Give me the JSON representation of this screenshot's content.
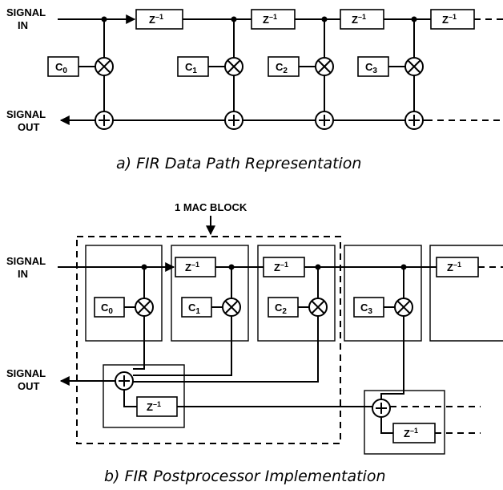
{
  "labels": {
    "signal_in_1": "SIGNAL",
    "signal_in_2": "IN",
    "signal_out_1": "SIGNAL",
    "signal_out_2": "OUT",
    "delay_main": "Z",
    "delay_exp": "–1",
    "coef_prefix": "C",
    "coef_0": "0",
    "coef_1": "1",
    "coef_2": "2",
    "coef_3": "3",
    "mac_block": "1 MAC BLOCK"
  },
  "captions": {
    "a": "a) FIR Data Path Representation",
    "b": "b) FIR Postprocessor Implementation"
  }
}
